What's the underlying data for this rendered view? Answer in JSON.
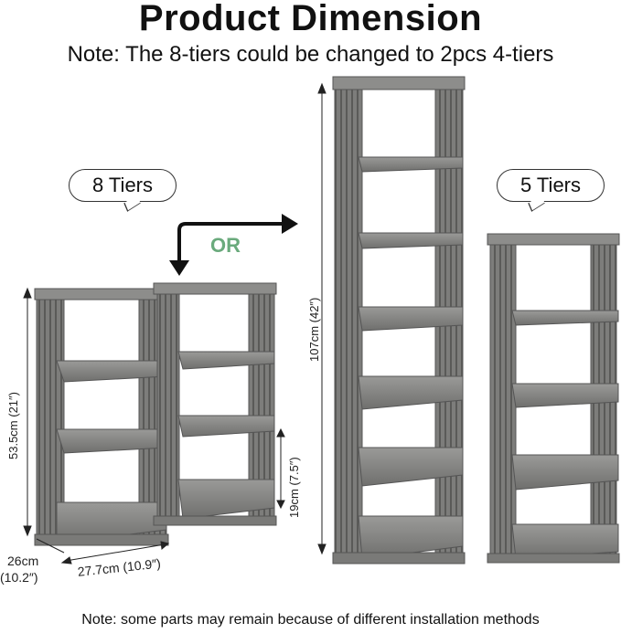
{
  "header": {
    "title": "Product Dimension",
    "note": "Note: The 8-tiers could be changed to 2pcs 4-tiers"
  },
  "labels": {
    "eight_tiers": "8 Tiers",
    "five_tiers": "5 Tiers",
    "or": "OR"
  },
  "dimensions": {
    "height_4tier": "53.5cm (21″)",
    "depth_cm": "26cm",
    "depth_in": "(10.2″)",
    "width": "27.7cm (10.9″)",
    "tier_gap": "19cm (7.5″)",
    "height_8tier": "107cm (42″)"
  },
  "footer": {
    "note": "Note: some parts may remain because of different installation methods"
  },
  "colors": {
    "rack": "#8a8a88",
    "rack_dark": "#5e5e5c",
    "accent_or": "#6aaa7c"
  }
}
